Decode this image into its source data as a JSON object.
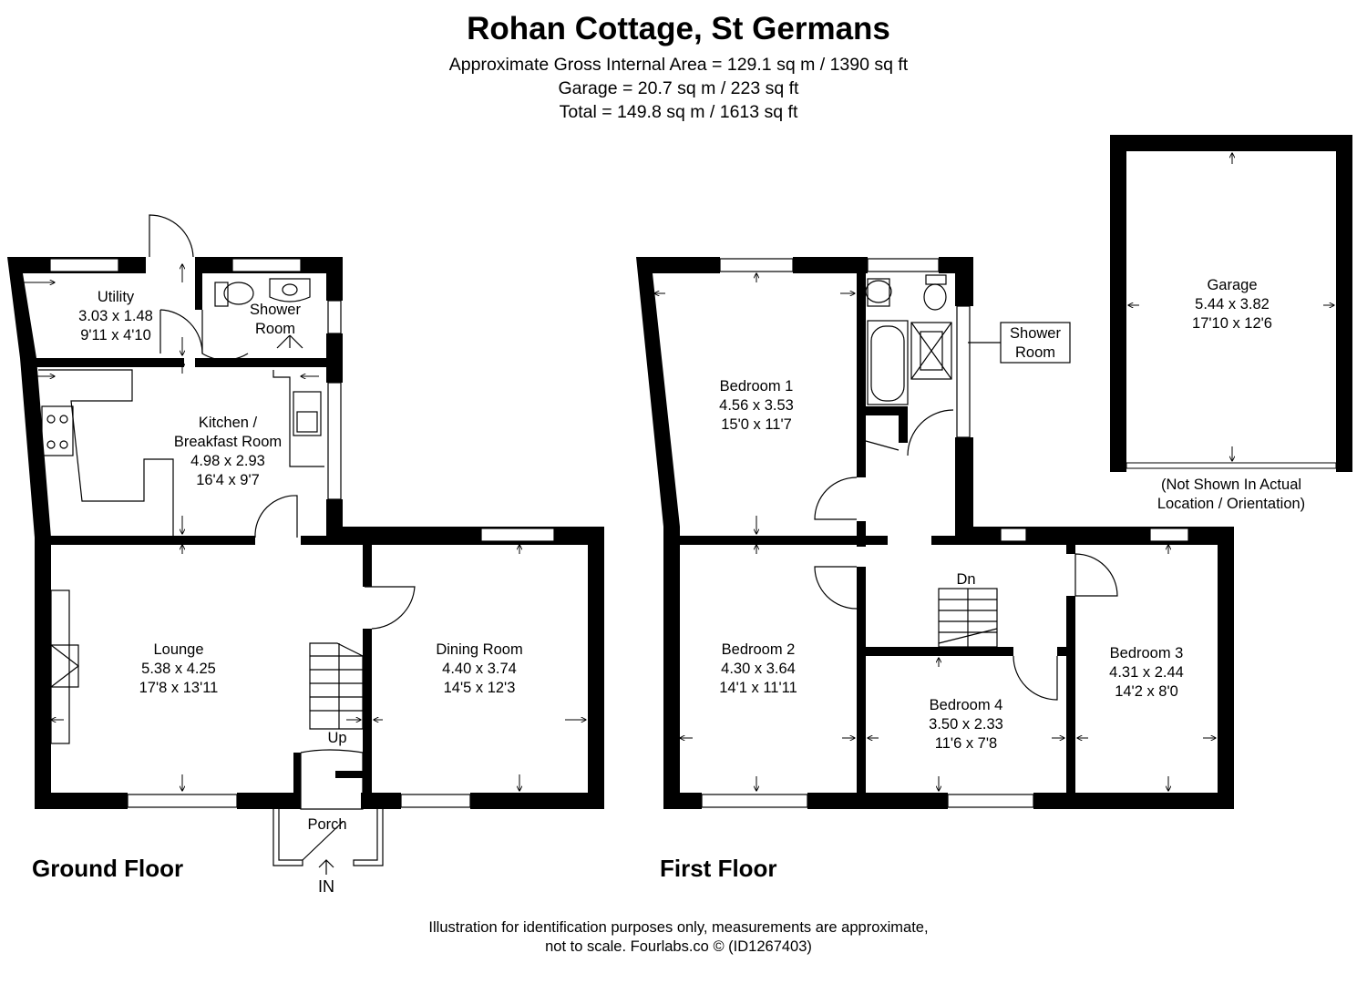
{
  "header": {
    "title": "Rohan Cottage, St Germans",
    "area_lines": [
      "Approximate Gross Internal Area = 129.1 sq m / 1390 sq ft",
      "Garage = 20.7 sq m / 223 sq ft",
      "Total = 149.8 sq m / 1613 sq ft"
    ]
  },
  "floors": {
    "ground": "Ground Floor",
    "first": "First Floor"
  },
  "rooms": {
    "utility": {
      "name": "Utility",
      "metric": "3.03 x 1.48",
      "imperial": "9'11 x 4'10"
    },
    "shower_ground": {
      "name": "Shower",
      "name2": "Room"
    },
    "kitchen": {
      "name": "Kitchen /",
      "name2": "Breakfast Room",
      "metric": "4.98 x 2.93",
      "imperial": "16'4 x 9'7"
    },
    "lounge": {
      "name": "Lounge",
      "metric": "5.38 x 4.25",
      "imperial": "17'8 x 13'11"
    },
    "dining": {
      "name": "Dining Room",
      "metric": "4.40 x 3.74",
      "imperial": "14'5 x 12'3"
    },
    "porch": {
      "name": "Porch"
    },
    "bedroom1": {
      "name": "Bedroom 1",
      "metric": "4.56 x 3.53",
      "imperial": "15'0 x 11'7"
    },
    "shower_first": {
      "name": "Shower",
      "name2": "Room"
    },
    "bedroom2": {
      "name": "Bedroom 2",
      "metric": "4.30 x 3.64",
      "imperial": "14'1 x 11'11"
    },
    "bedroom3": {
      "name": "Bedroom 3",
      "metric": "4.31 x 2.44",
      "imperial": "14'2 x 8'0"
    },
    "bedroom4": {
      "name": "Bedroom 4",
      "metric": "3.50 x 2.33",
      "imperial": "11'6 x 7'8"
    },
    "garage": {
      "name": "Garage",
      "metric": "5.44 x 3.82",
      "imperial": "17'10 x 12'6"
    }
  },
  "labels": {
    "up": "Up",
    "dn": "Dn",
    "in": "IN",
    "garage_note1": "(Not Shown In Actual",
    "garage_note2": "Location / Orientation)"
  },
  "footer": {
    "line1": "Illustration for identification purposes only, measurements are approximate,",
    "line2": "not to scale. Fourlabs.co © (ID1267403)"
  }
}
